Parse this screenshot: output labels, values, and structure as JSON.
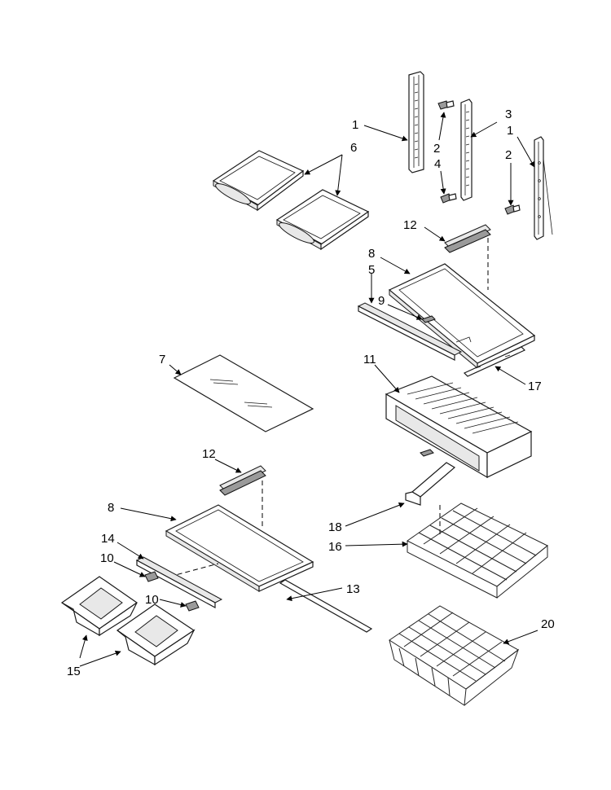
{
  "callouts": {
    "c1a": "1",
    "c2a": "2",
    "c3": "3",
    "c4": "4",
    "c1b": "1",
    "c2b": "2",
    "c6": "6",
    "c12a": "12",
    "c8a": "8",
    "c5": "5",
    "c9": "9",
    "c7": "7",
    "c11": "11",
    "c17": "17",
    "c12b": "12",
    "c8b": "8",
    "c18": "18",
    "c14": "14",
    "c10a": "10",
    "c16": "16",
    "c13": "13",
    "c10b": "10",
    "c15": "15",
    "c20": "20"
  }
}
